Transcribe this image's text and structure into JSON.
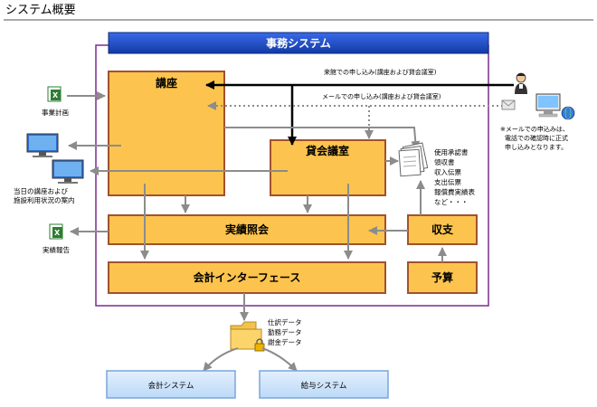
{
  "page_title": "システム概要",
  "system": {
    "title": "事務システム",
    "boxes": {
      "kouza": "講座",
      "kashikai": "貸会議室",
      "jisseki": "実績照会",
      "kaikei_if": "会計インターフェース",
      "shushi": "収支",
      "yosan": "予算"
    }
  },
  "flows": {
    "raikan": "来館での申し込み(講座および貸会議室)",
    "mail": "メールでの申し込み(講座および貸会議室)"
  },
  "left": {
    "jigyou_keikaku": "事業計画",
    "annai_line1": "当日の講座および",
    "annai_line2": "施設利用状況の案内",
    "jisseki_houkoku": "実績報告"
  },
  "documents": [
    "使用承認書",
    "領収書",
    "収入伝票",
    "支出伝票",
    "報償費実績表",
    "など・・・"
  ],
  "data_files": [
    "仕訳データ",
    "勤務データ",
    "謝金データ"
  ],
  "note": [
    "※メールでの申込みは、",
    "電話での確認時に正式",
    "申し込みとなります。"
  ],
  "external": {
    "kaikei": "会計システム",
    "kyuyo": "給与システム"
  },
  "colors": {
    "box_fill": "#fcc44e",
    "box_stroke": "#a0522d",
    "system_border": "#7b2d8e",
    "header_blue": "#1a49c8",
    "external_fill": "#c9e2fb",
    "external_stroke": "#7aa5d9",
    "arrow_gray": "#8c8c8c",
    "excel_green": "#2e7d32"
  }
}
